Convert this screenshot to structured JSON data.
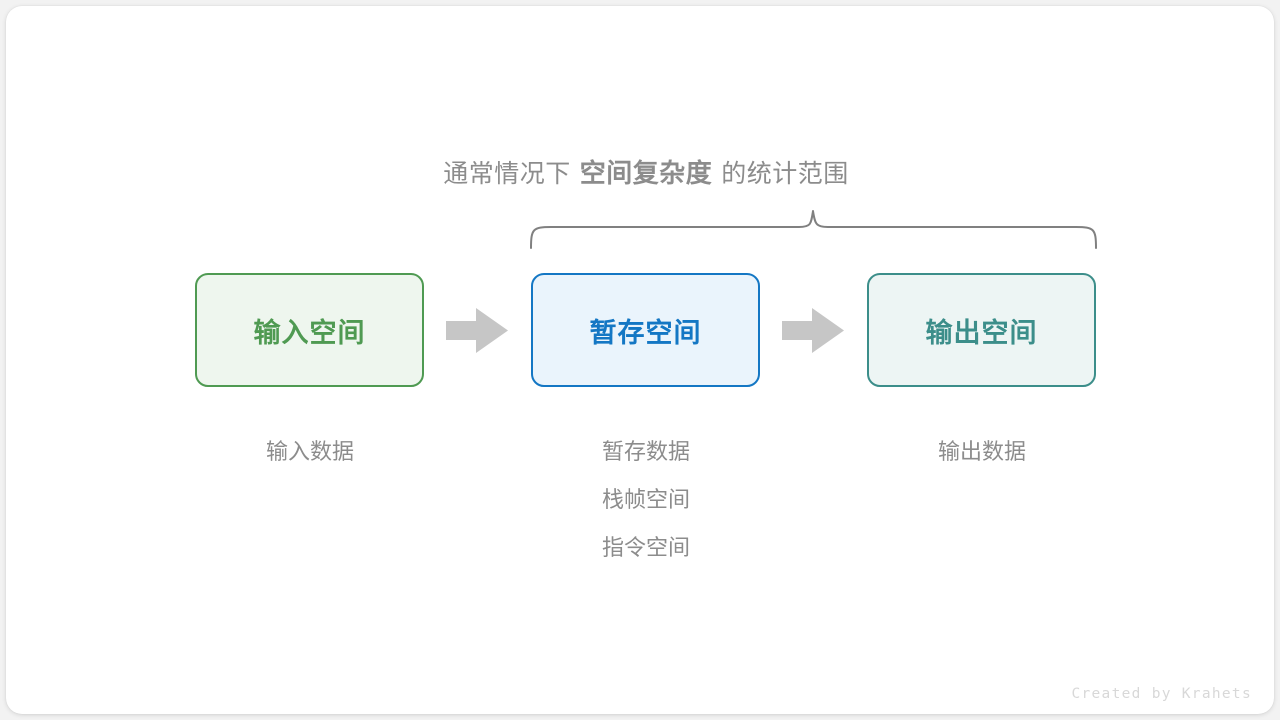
{
  "headline": {
    "prefix": "通常情况下",
    "emphasis": "空间复杂度",
    "suffix": "的统计范围"
  },
  "brace": {
    "name": "curly-brace",
    "color": "#808080",
    "spans_boxes": [
      "暂存空间",
      "输出空间"
    ]
  },
  "boxes": [
    {
      "id": "input-space",
      "label": "输入空间",
      "fill": "#eef6ee",
      "stroke": "#4f9a52",
      "text_color": "#4f9a52"
    },
    {
      "id": "temp-space",
      "label": "暂存空间",
      "fill": "#eaf4fc",
      "stroke": "#1477c4",
      "text_color": "#1477c4"
    },
    {
      "id": "output-space",
      "label": "输出空间",
      "fill": "#edf5f4",
      "stroke": "#3c8e8a",
      "text_color": "#3c8e8a"
    }
  ],
  "arrows": [
    {
      "id": "arrow-input-to-temp",
      "icon": "right-arrow-icon",
      "color": "#c6c6c6"
    },
    {
      "id": "arrow-temp-to-output",
      "icon": "right-arrow-icon",
      "color": "#c6c6c6"
    }
  ],
  "captions": {
    "color": "#8c8c8c",
    "columns": [
      {
        "id": "input-captions",
        "lines": [
          "输入数据"
        ]
      },
      {
        "id": "temp-captions",
        "lines": [
          "暂存数据",
          "栈帧空间",
          "指令空间"
        ]
      },
      {
        "id": "output-captions",
        "lines": [
          "输出数据"
        ]
      }
    ]
  },
  "watermark": {
    "text": "Created by Krahets",
    "color": "#d8d8d8"
  }
}
